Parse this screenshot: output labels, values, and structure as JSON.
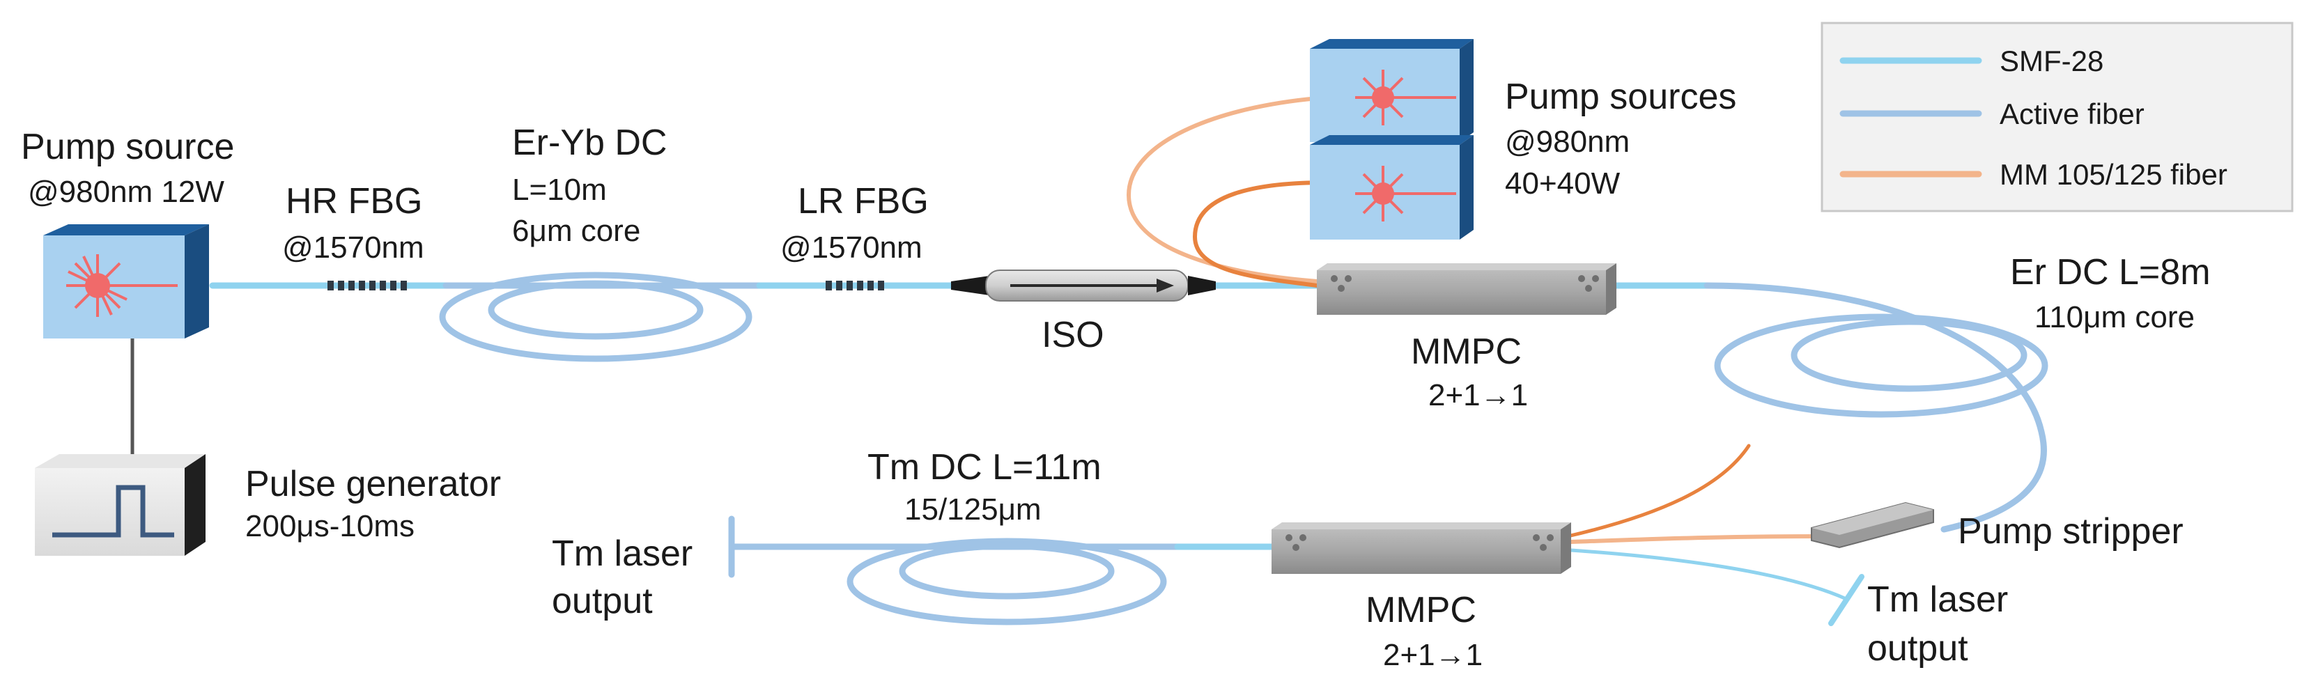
{
  "legend": {
    "items": [
      {
        "label": "SMF-28",
        "color": "#8fd3ef"
      },
      {
        "label": "Active fiber",
        "color": "#9fc3e6"
      },
      {
        "label": "MM 105/125 fiber",
        "color": "#f3b48b"
      }
    ]
  },
  "pump_left": {
    "title": "Pump source",
    "spec": "@980nm 12W"
  },
  "hr_fbg": {
    "title": "HR FBG",
    "spec": "@1570nm"
  },
  "eryb": {
    "title": "Er-Yb DC",
    "length": "L=10m",
    "core": "6μm core"
  },
  "lr_fbg": {
    "title": "LR FBG",
    "spec": "@1570nm"
  },
  "iso": {
    "label": "ISO"
  },
  "pump_sources": {
    "title": "Pump sources",
    "spec": "@980nm",
    "power": "40+40W"
  },
  "mmpc_top": {
    "title": "MMPC",
    "ratio": "2+1→1"
  },
  "er_dc": {
    "title": "Er DC L=8m",
    "core": "110μm core"
  },
  "pulse": {
    "title": "Pulse generator",
    "range": "200μs-10ms"
  },
  "tm_dc": {
    "title": "Tm DC L=11m",
    "spec": "15/125μm"
  },
  "tm_out_left": {
    "line1": "Tm laser",
    "line2": "output"
  },
  "mmpc_bottom": {
    "title": "MMPC",
    "ratio": "2+1→1"
  },
  "pump_stripper": {
    "label": "Pump stripper"
  },
  "tm_out_right": {
    "line1": "Tm laser",
    "line2": "output"
  },
  "colors": {
    "smf": "#8fd3ef",
    "active": "#9fc3e6",
    "mm_light": "#f3b48b",
    "mm_dark": "#e8823e",
    "box_top": "#1f5f9e",
    "box_face": "#a9d1f0",
    "laser": "#f06a6a"
  }
}
